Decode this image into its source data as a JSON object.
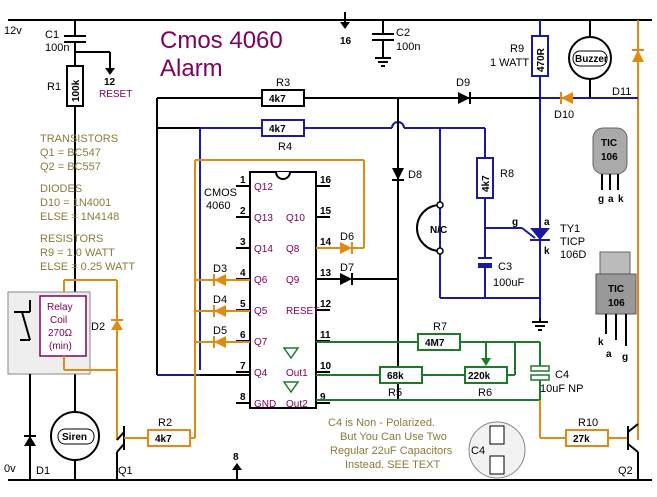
{
  "title": {
    "line1": "Cmos 4060",
    "line2": "Alarm"
  },
  "supply": {
    "positive": "12v",
    "ground": "0v"
  },
  "ic": {
    "name": "CMOS",
    "number": "4060",
    "pins_left": [
      {
        "num": "1",
        "label": "Q12"
      },
      {
        "num": "2",
        "label": "Q13"
      },
      {
        "num": "3",
        "label": "Q14"
      },
      {
        "num": "4",
        "label": "Q6"
      },
      {
        "num": "5",
        "label": "Q5"
      },
      {
        "num": "6",
        "label": "Q7"
      },
      {
        "num": "7",
        "label": "Q4"
      },
      {
        "num": "8",
        "label": "GND"
      }
    ],
    "pins_right": [
      {
        "num": "16",
        "label": ""
      },
      {
        "num": "15",
        "label": "Q10"
      },
      {
        "num": "14",
        "label": "Q8"
      },
      {
        "num": "13",
        "label": "Q9"
      },
      {
        "num": "12",
        "label": "RESET"
      },
      {
        "num": "11",
        "label": ""
      },
      {
        "num": "10",
        "label": "Out1"
      },
      {
        "num": "9",
        "label": "Out2"
      }
    ]
  },
  "components": {
    "c1": {
      "name": "C1",
      "value": "100n"
    },
    "r1": {
      "name": "R1",
      "value": "100k"
    },
    "reset": {
      "pin": "12",
      "label": "RESET"
    },
    "pin16": "16",
    "pin8": "8",
    "c2": {
      "name": "C2",
      "value": "100n"
    },
    "r9": {
      "name": "R9",
      "value": "470R",
      "note": "1 WATT"
    },
    "buzzer": "Buzzer",
    "d11": "D11",
    "d10": "D10",
    "d9": "D9",
    "r3": {
      "name": "R3",
      "value": "4k7"
    },
    "r4": {
      "name": "R4",
      "value": "4k7"
    },
    "d8": "D8",
    "r8": {
      "name": "R8",
      "value": "4k7"
    },
    "nc": "N/C",
    "c3": {
      "name": "C3",
      "value": "100uF"
    },
    "ty1": {
      "name": "TY1",
      "part": "TICP",
      "part2": "106D",
      "g": "g",
      "a": "a",
      "k": "k"
    },
    "d6": "D6",
    "d7": "D7",
    "d3": "D3",
    "d4": "D4",
    "d5": "D5",
    "r7": {
      "name": "R7",
      "value": "4M7"
    },
    "r5": {
      "name": "R5",
      "value": "68k"
    },
    "r6": {
      "name": "R6",
      "value": "220k"
    },
    "c4": {
      "name": "C4",
      "value": "10uF NP"
    },
    "relay": {
      "line1": "Relay",
      "line2": "Coil",
      "line3": "270Ω",
      "line4": "(min)"
    },
    "d2": "D2",
    "d1": "D1",
    "siren": "Siren",
    "r2": {
      "name": "R2",
      "value": "4k7"
    },
    "q1": "Q1",
    "r10": {
      "name": "R10",
      "value": "27k"
    },
    "q2": "Q2",
    "tic_top": {
      "l1": "TIC",
      "l2": "106",
      "g": "g",
      "a": "a",
      "k": "k"
    },
    "tic_bottom": {
      "l1": "TIC",
      "l2": "106",
      "k": "k",
      "a": "a",
      "g": "g"
    },
    "c4_symbol": "C4"
  },
  "parts_list": {
    "transistors": {
      "heading": "TRANSISTORS",
      "q1": "Q1     = BC547",
      "q2": "Q2     = BC557"
    },
    "diodes": {
      "heading": "DIODES",
      "d10": "D10    = 1N4001",
      "else": "ELSE = 1N4148"
    },
    "resistors": {
      "heading": "RESISTORS",
      "r9": "R9      = 1.0 WATT",
      "else": "ELSE = 0.25 WATT"
    }
  },
  "note": {
    "line1": "C4 is Non - Polarized.",
    "line2": "But You Can Use Two",
    "line3": "Regular 22uF Capacitors",
    "line4": "Instead.  SEE TEXT"
  },
  "colors": {
    "wire": "#000000",
    "navy": "#1a1aa0",
    "orange": "#e08a12",
    "green": "#1c7a2a",
    "title": "#800060"
  }
}
